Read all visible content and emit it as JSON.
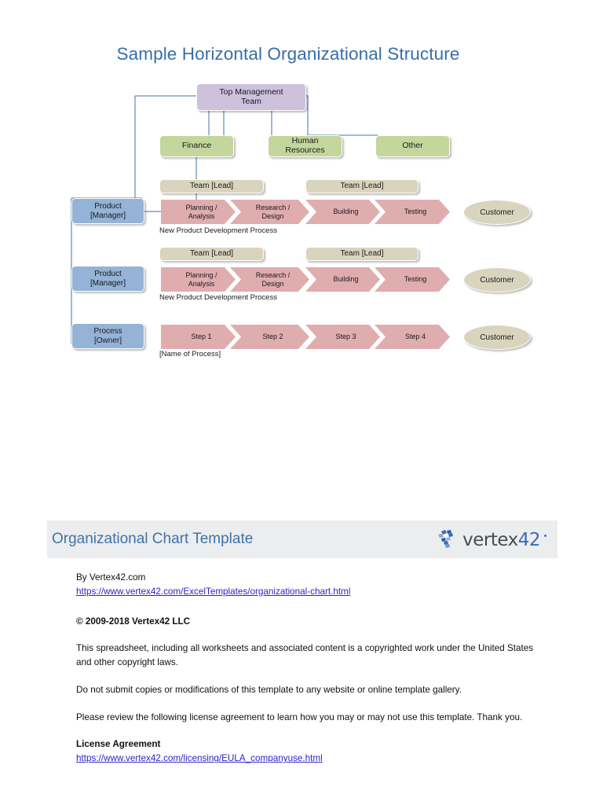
{
  "chart": {
    "title": "Sample Horizontal Organizational Structure",
    "title_color": "#3a6ea5",
    "nodes": {
      "top_management": "Top Management\nTeam",
      "top_management_line1": "Top Management",
      "top_management_line2": "Team",
      "finance": "Finance",
      "human_resources_line1": "Human",
      "human_resources_line2": "Resources",
      "other": "Other",
      "team_lead": "Team [Lead]",
      "product_manager_line1": "Product",
      "product_manager_line2": "[Manager]",
      "process_owner_line1": "Process",
      "process_owner_line2": "[Owner]",
      "customer": "Customer"
    },
    "colors": {
      "top_management": "#cdc1dd",
      "department": "#c4d69c",
      "role": "#94b3d6",
      "team": "#d9d4bd",
      "process_step": "#e0adaf",
      "customer": "#d9d4bd",
      "connector": "#4472a8"
    },
    "rows": [
      {
        "role_line1": "Product",
        "role_line2": "[Manager]",
        "team_leads": [
          "Team [Lead]",
          "Team [Lead]"
        ],
        "steps": [
          "Planning /\nAnalysis",
          "Research /\nDesign",
          "Building",
          "Testing"
        ],
        "step_labels": [
          {
            "line1": "Planning /",
            "line2": "Analysis"
          },
          {
            "line1": "Research /",
            "line2": "Design"
          },
          {
            "line1": "Building",
            "line2": ""
          },
          {
            "line1": "Testing",
            "line2": ""
          }
        ],
        "caption": "New Product Development Process",
        "customer": "Customer"
      },
      {
        "role_line1": "Product",
        "role_line2": "[Manager]",
        "team_leads": [
          "Team [Lead]",
          "Team [Lead]"
        ],
        "steps": [
          "Planning /\nAnalysis",
          "Research /\nDesign",
          "Building",
          "Testing"
        ],
        "step_labels": [
          {
            "line1": "Planning /",
            "line2": "Analysis"
          },
          {
            "line1": "Research /",
            "line2": "Design"
          },
          {
            "line1": "Building",
            "line2": ""
          },
          {
            "line1": "Testing",
            "line2": ""
          }
        ],
        "caption": "New Product Development Process",
        "customer": "Customer"
      },
      {
        "role_line1": "Process",
        "role_line2": "[Owner]",
        "team_leads": [],
        "steps": [
          "Step 1",
          "Step 2",
          "Step 3",
          "Step 4"
        ],
        "step_labels": [
          {
            "line1": "Step 1",
            "line2": ""
          },
          {
            "line1": "Step 2",
            "line2": ""
          },
          {
            "line1": "Step 3",
            "line2": ""
          },
          {
            "line1": "Step 4",
            "line2": ""
          }
        ],
        "caption": "[Name of Process]",
        "customer": "Customer"
      }
    ]
  },
  "document": {
    "header_title": "Organizational Chart Template",
    "logo_word_dark": "vertex",
    "logo_word_blue": "42",
    "byline": "By Vertex42.com",
    "template_url": "https://www.vertex42.com/ExcelTemplates/organizational-chart.html",
    "copyright": "© 2009-2018 Vertex42 LLC",
    "paragraph_1": "This spreadsheet, including all worksheets and associated content is a copyrighted work under the United States and other copyright laws.",
    "paragraph_2": "Do not submit copies or modifications of this template to any website or online template gallery.",
    "paragraph_3": "Please review the following license agreement to learn how you may or may not use this template. Thank you.",
    "license_heading": "License Agreement",
    "license_url": "https://www.vertex42.com/licensing/EULA_companyuse.html"
  }
}
